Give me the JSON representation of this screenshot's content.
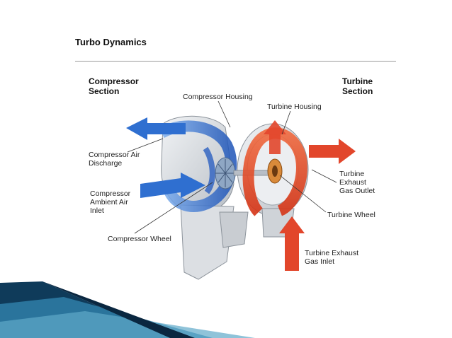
{
  "slide": {
    "title": "Turbo Dynamics",
    "compressor_section": "Compressor\nSection",
    "turbine_section": "Turbine\nSection"
  },
  "labels": {
    "compressor_housing": "Compressor Housing",
    "turbine_housing": "Turbine Housing",
    "compressor_air_discharge": "Compressor Air\nDischarge",
    "compressor_ambient_air_inlet": "Compressor\nAmbient Air\nInlet",
    "compressor_wheel": "Compressor Wheel",
    "turbine_exhaust_gas_outlet": "Turbine\nExhaust\nGas Outlet",
    "turbine_wheel": "Turbine Wheel",
    "turbine_exhaust_gas_inlet": "Turbine Exhaust\nGas Inlet"
  },
  "colors": {
    "compressor_flow": "#2f6fd0",
    "turbine_flow": "#e2462b",
    "housing": "#d9dde2",
    "ribbon_dark": "#0f3b5a",
    "ribbon_light": "#5fa9c9"
  }
}
